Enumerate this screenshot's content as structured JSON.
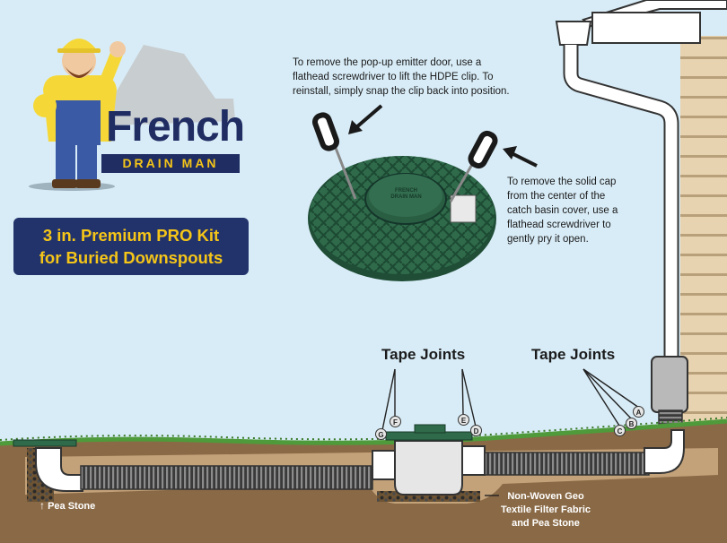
{
  "logo": {
    "word": "French",
    "subword": "DRAIN MAN"
  },
  "kit": {
    "line1": "3 in. Premium PRO Kit",
    "line2": "for Buried Downspouts"
  },
  "notes": {
    "emitter": [
      "To remove the pop-up emitter door, use a",
      "flathead screwdriver to lift the HDPE clip. To",
      "reinstall, simply snap the clip back into position."
    ],
    "cap": [
      "To remove the solid cap",
      "from the center of the",
      "catch basin cover, use a",
      "flathead screwdriver to",
      "gently pry it open."
    ]
  },
  "labels": {
    "tape_left": "Tape Joints",
    "tape_right": "Tape Joints",
    "pea_stone": "Pea Stone",
    "fabric": [
      "Non-Woven Geo",
      "Textile Filter Fabric",
      "and Pea Stone"
    ],
    "cover_brand": "FRENCH DRAIN MAN"
  },
  "joints": [
    "A",
    "B",
    "C",
    "D",
    "E",
    "F",
    "G"
  ],
  "colors": {
    "sky": "#d8ecf7",
    "soil": "#8a6a46",
    "grass": "#4f9a3a",
    "navy": "#1f2d63",
    "yellow": "#f5c518",
    "cover_green": "#2f6b4b",
    "siding": "#e8d3b0"
  }
}
